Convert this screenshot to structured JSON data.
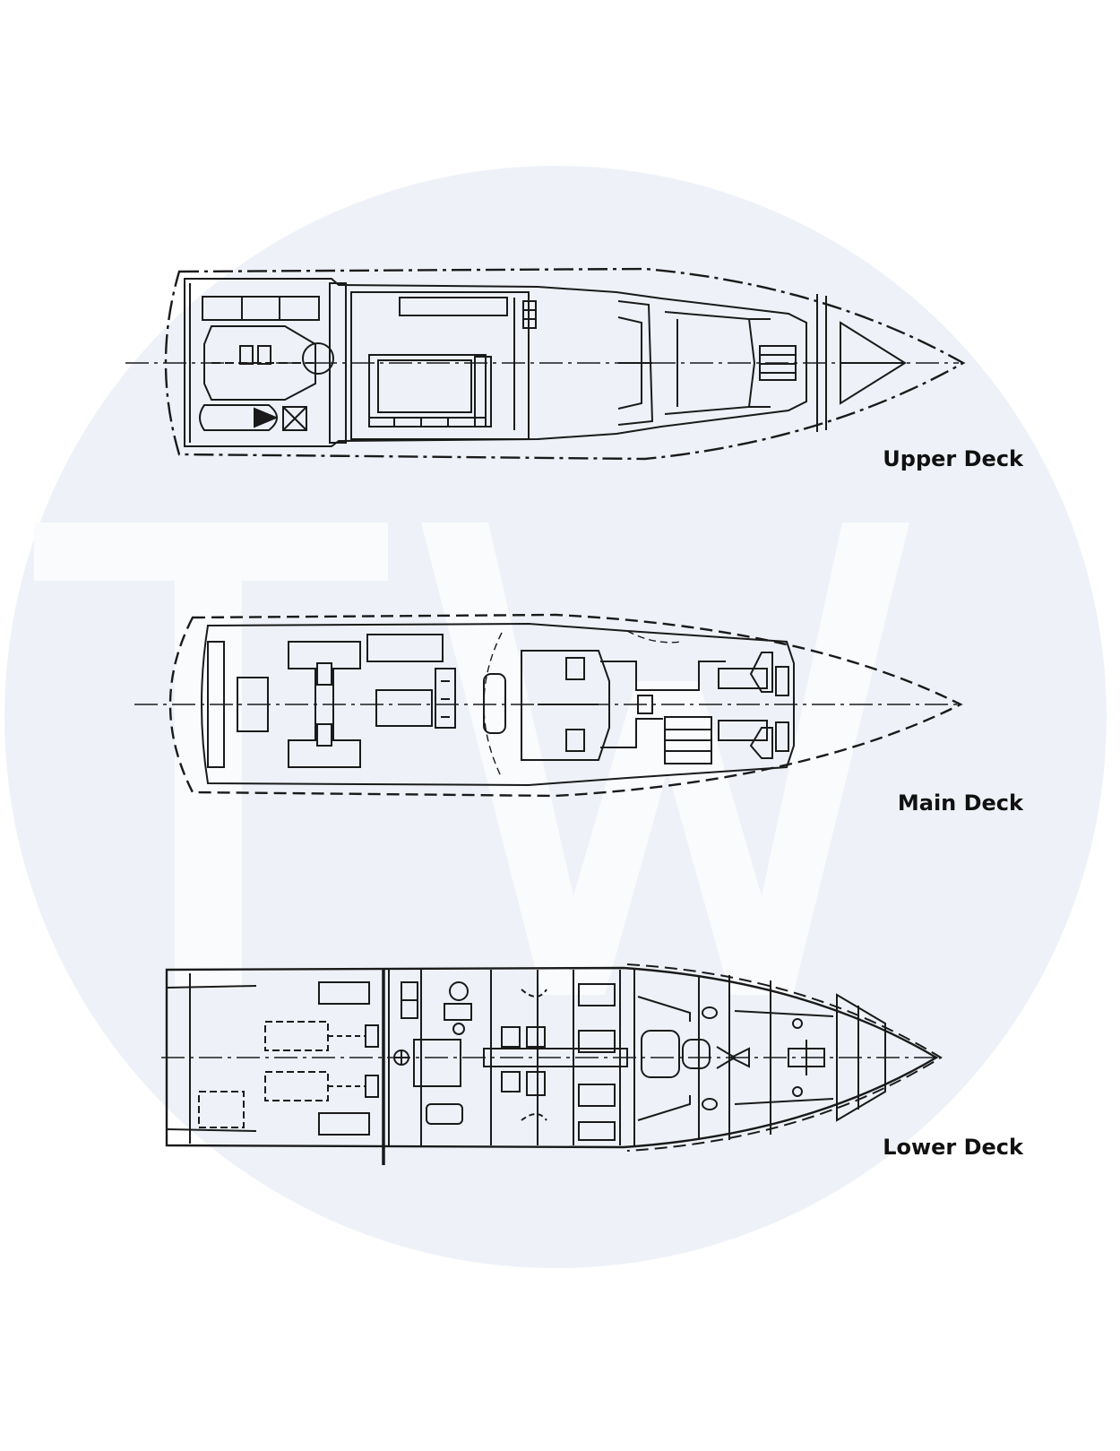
{
  "watermark": {
    "letters": "TW",
    "circle_color": "#eef2f8",
    "letter_color": "#fafbfd"
  },
  "decks": {
    "upper": {
      "label": "Upper Deck"
    },
    "main": {
      "label": "Main Deck"
    },
    "lower": {
      "label": "Lower Deck"
    }
  },
  "colors": {
    "line": "#1a1a1a",
    "background": "#ffffff"
  }
}
